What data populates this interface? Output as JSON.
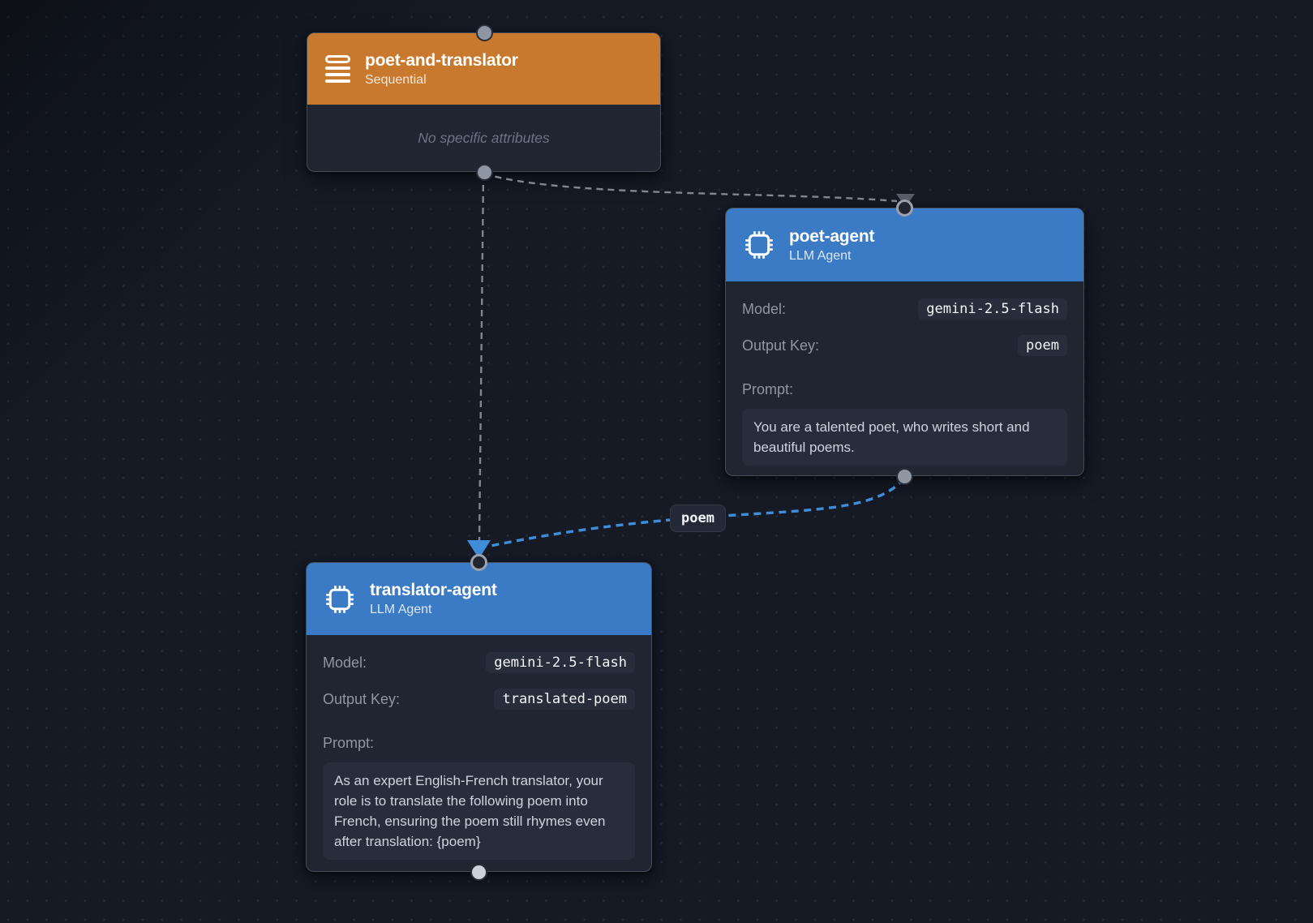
{
  "canvas": {
    "background": "#151a25",
    "dot_color": "#262c38"
  },
  "nodes": [
    {
      "title": "poet-and-translator",
      "subtitle": "Sequential",
      "icon": "sequential-list-icon",
      "header_color": "#c8792d",
      "empty_text": "No specific attributes"
    },
    {
      "title": "poet-agent",
      "subtitle": "LLM Agent",
      "icon": "cpu-icon",
      "header_color": "#3b7ac4",
      "fields": {
        "model_label": "Model:",
        "model_value": "gemini-2.5-flash",
        "output_key_label": "Output Key:",
        "output_key_value": "poem",
        "prompt_label": "Prompt:",
        "prompt_text": "You are a talented poet, who writes short and beautiful poems."
      }
    },
    {
      "title": "translator-agent",
      "subtitle": "LLM Agent",
      "icon": "cpu-icon",
      "header_color": "#3b7ac4",
      "fields": {
        "model_label": "Model:",
        "model_value": "gemini-2.5-flash",
        "output_key_label": "Output Key:",
        "output_key_value": "translated-poem",
        "prompt_label": "Prompt:",
        "prompt_text": "As an expert English-French translator, your role is to translate the following poem into French, ensuring the poem still rhymes even after translation: {poem}"
      }
    }
  ],
  "edges": {
    "poem_label": "poem",
    "gray_color": "#81868f",
    "blue_color": "#3f8cd8"
  }
}
